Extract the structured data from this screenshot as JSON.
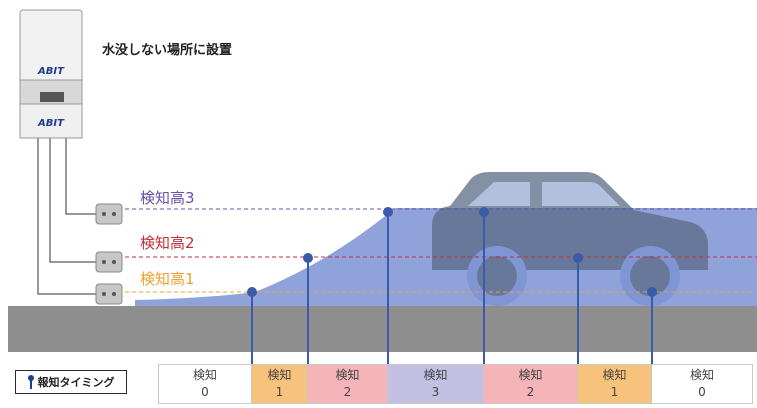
{
  "caption": "水没しない場所に設置",
  "brand": "ABIT",
  "levels": [
    {
      "label": "検知高1",
      "color": "#f0a030"
    },
    {
      "label": "検知高2",
      "color": "#c0303a"
    },
    {
      "label": "検知高3",
      "color": "#6a50a8"
    }
  ],
  "legend": {
    "label": "報知タイミング",
    "icon": "pin-icon"
  },
  "stages": [
    {
      "word": "検知",
      "level": "0",
      "color": "#ffffff"
    },
    {
      "word": "検知",
      "level": "1",
      "color": "#f6c27c"
    },
    {
      "word": "検知",
      "level": "2",
      "color": "#f4b4b8"
    },
    {
      "word": "検知",
      "level": "3",
      "color": "#c3c0e4"
    },
    {
      "word": "検知",
      "level": "2",
      "color": "#f4b4b8"
    },
    {
      "word": "検知",
      "level": "1",
      "color": "#f6c27c"
    },
    {
      "word": "検知",
      "level": "0",
      "color": "#ffffff"
    }
  ],
  "colors": {
    "road": "#8e8e8e",
    "water": "#7b92d3",
    "car": "#5b6b85",
    "pin": "#3a5ba8"
  }
}
